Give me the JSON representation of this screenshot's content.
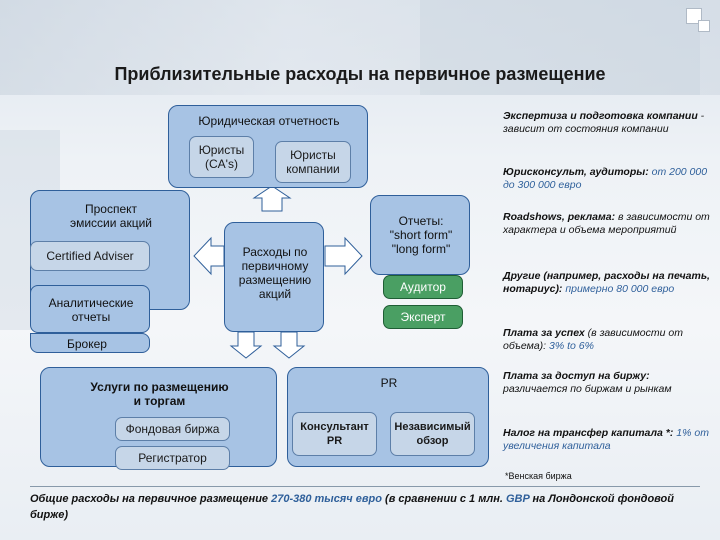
{
  "title": "Приблизительные расходы на первичное размещение",
  "legal_box": {
    "label": "Юридическая отчетность",
    "item1": "Юристы\n(CA's)",
    "item2": "Юристы\nкомпании"
  },
  "prospect_box": {
    "label": "Проспект\nэмиссии акций",
    "adviser": "Certified Adviser",
    "analytics": "Аналитические\nотчеты",
    "broker": "Брокер"
  },
  "center_box": {
    "label": "Расходы по\nпервичному\nразмещению\nакций"
  },
  "reports_box": {
    "label": "Отчеты:\n\"short form\"\n\"long form\"",
    "auditor": "Аудитор",
    "expert": "Эксперт"
  },
  "services_box": {
    "label": "Услуги по размещению\nи торгам",
    "exchange": "Фондовая биржа",
    "registrar": "Регистратор"
  },
  "pr_box": {
    "label": "PR",
    "consultant": "Консультант\nPR",
    "review": "Независимый\nобзор"
  },
  "side_notes": [
    {
      "head": "Экспертиза и подготовка компании",
      "rest": " - зависит от состояния компании",
      "value": ""
    },
    {
      "head": "Юрисконсульт, аудиторы:",
      "rest": "",
      "value": " от 200 000 до 300 000 евро"
    },
    {
      "head": "Roadshows, реклама:",
      "rest": " в зависимости от характера и объема мероприятий",
      "value": ""
    },
    {
      "head": "Другие (например, расходы на печать, нотариус):",
      "rest": "",
      "value": " примерно 80 000 евро"
    },
    {
      "head": "Плата за успех",
      "rest": " (в зависимости от объема): ",
      "value": "3% to 6%"
    },
    {
      "head": "Плата за доступ на биржу:",
      "rest": " различается по биржам и рынкам",
      "value": ""
    },
    {
      "head": "Налог на трансфер капитала *:",
      "rest": "",
      "value": " 1% от увеличения капитала"
    }
  ],
  "footnote": "*Венская биржа",
  "bottom": {
    "part1": "Общие расходы на первичное размещение ",
    "value1": "270-380 тысяч евро",
    "part2": " (в сравнении с 1 млн. ",
    "value2": "GBP",
    "part3": " на Лондонской фондовой бирже)"
  },
  "colors": {
    "box": "#a7c3e4",
    "inner": "#c6d6e8",
    "green": "#4a9f63",
    "accent": "#2e5f9a"
  }
}
